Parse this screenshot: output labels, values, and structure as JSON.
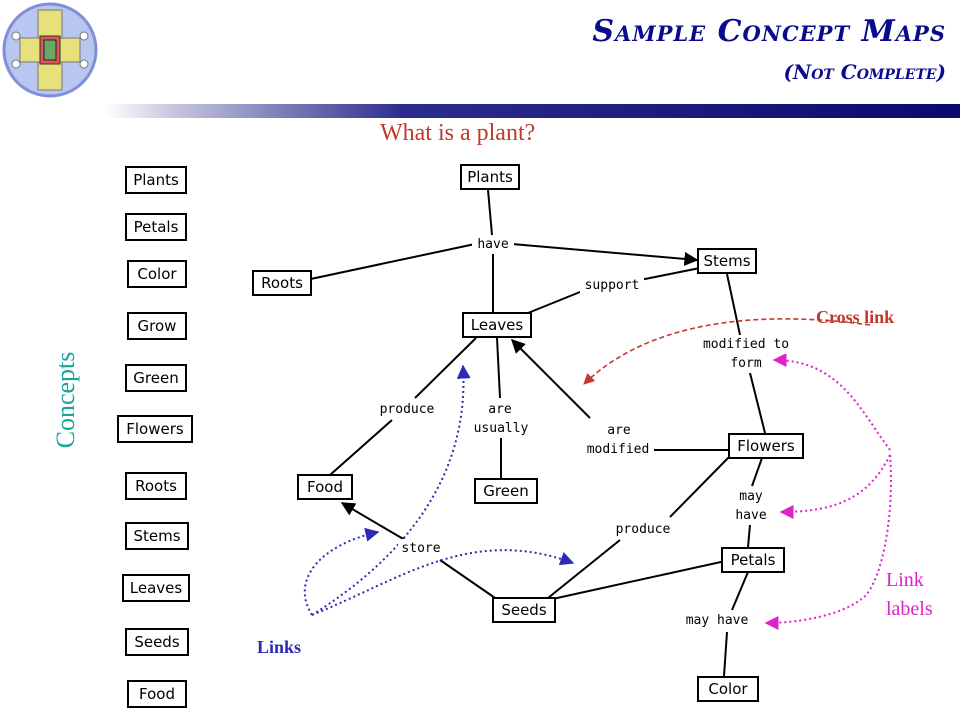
{
  "header": {
    "title": "Sample Concept Maps",
    "subtitle": "(Not Complete)",
    "colors": {
      "title": "#0a0a8c",
      "rule": "#0a0a6e"
    }
  },
  "question": "What is a plant?",
  "concepts": {
    "label": "Concepts",
    "items": [
      "Plants",
      "Petals",
      "Color",
      "Grow",
      "Green",
      "Flowers",
      "Roots",
      "Stems",
      "Leaves",
      "Seeds",
      "Food"
    ]
  },
  "map": {
    "nodes": {
      "plants": "Plants",
      "roots": "Roots",
      "stems": "Stems",
      "leaves": "Leaves",
      "food": "Food",
      "green": "Green",
      "flowers": "Flowers",
      "petals": "Petals",
      "seeds": "Seeds",
      "color": "Color"
    },
    "links": {
      "have": "have",
      "support": "support",
      "modified_to_form_1": "modified to",
      "modified_to_form_2": "form",
      "produce_1": "produce",
      "are_usually_1": "are",
      "are_usually_2": "usually",
      "are_modified_1": "are",
      "are_modified_2": "modified",
      "may_have_1_a": "may",
      "may_have_1_b": "have",
      "produce_2": "produce",
      "store": "store",
      "may_have_2": "may have"
    }
  },
  "annotations": {
    "cross_link": "Cross link",
    "links": "Links",
    "link_labels_1": "Link",
    "link_labels_2": "labels",
    "colors": {
      "cross_link": "#c0392b",
      "links": "#2b2bb5",
      "link_labels": "#e020c8"
    }
  }
}
